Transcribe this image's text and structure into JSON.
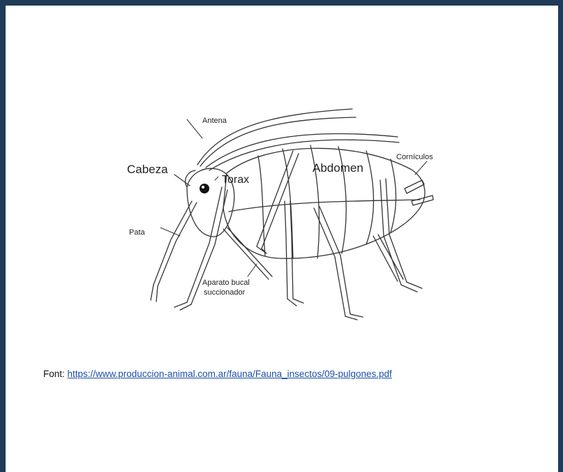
{
  "diagram": {
    "labels": {
      "antena": "Antena",
      "cabeza": "Cabeza",
      "torax": "Torax",
      "abdomen": "Abdomen",
      "corniculos": "Cornículos",
      "pata": "Pata",
      "aparato_line1": "Aparato bucal",
      "aparato_line2": "succionador"
    }
  },
  "caption": {
    "prefix": "Font: ",
    "link_text": "https://www.produccion-animal.com.ar/fauna/Fauna_insectos/09-pulgones.pdf"
  },
  "colors": {
    "frame": "#1f3b57",
    "link": "#1d4fa8"
  }
}
